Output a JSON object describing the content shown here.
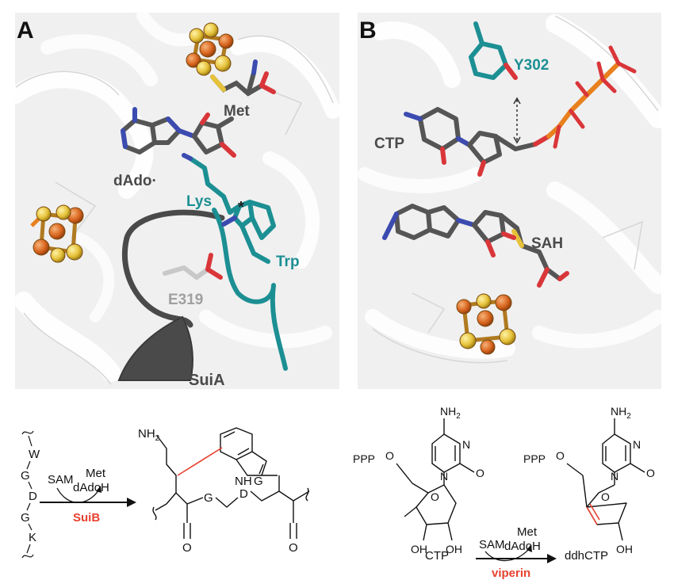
{
  "panels": {
    "a": {
      "letter": "A",
      "labels": {
        "met": "Met",
        "dado_radical": "dAdo·",
        "lys": "Lys",
        "star": "*",
        "trp": "Trp",
        "e319": "E319",
        "suia": "SuiA"
      }
    },
    "b": {
      "letter": "B",
      "labels": {
        "y302": "Y302",
        "ctp": "CTP",
        "sah": "SAH"
      }
    }
  },
  "scheme_left": {
    "sequence": [
      "W",
      "G",
      "D",
      "G",
      "K"
    ],
    "sam": "SAM",
    "met": "Met",
    "dadoh": "dAdoH",
    "enzyme": "SuiB",
    "product": {
      "nh2": "NH",
      "nh2_sub": "2",
      "nh": "NH",
      "g1": "G",
      "d": "D",
      "g2": "G",
      "o1": "O",
      "o2": "O"
    }
  },
  "scheme_right": {
    "ctp_struct": {
      "nh2": "NH",
      "nh2_sub": "2",
      "n3": "N",
      "n1": "N",
      "o": "O",
      "ppp": "PPP",
      "o5": "O",
      "oring": "O",
      "oh2": "OH",
      "oh3": "OH"
    },
    "ddh_struct": {
      "nh2": "NH",
      "nh2_sub": "2",
      "n3": "N",
      "n1": "N",
      "o": "O",
      "ppp": "PPP",
      "o5": "O",
      "oring": "O",
      "oh2": "OH"
    },
    "ctp_name": "CTP",
    "sam": "SAM",
    "met": "Met",
    "dadoh": "dAdoH",
    "enzyme": "viperin",
    "product_name": "ddhCTP"
  },
  "colors": {
    "teal": "#1c8f93",
    "dark_gray": "#4a4a4a",
    "light_gray": "#a0a0a0",
    "red": "#e8412f",
    "iron": "#d9661f",
    "sulfur": "#e6c23a",
    "nitrogen": "#3b4bb0",
    "oxygen": "#d9363a",
    "phosphorus": "#e8801e"
  }
}
